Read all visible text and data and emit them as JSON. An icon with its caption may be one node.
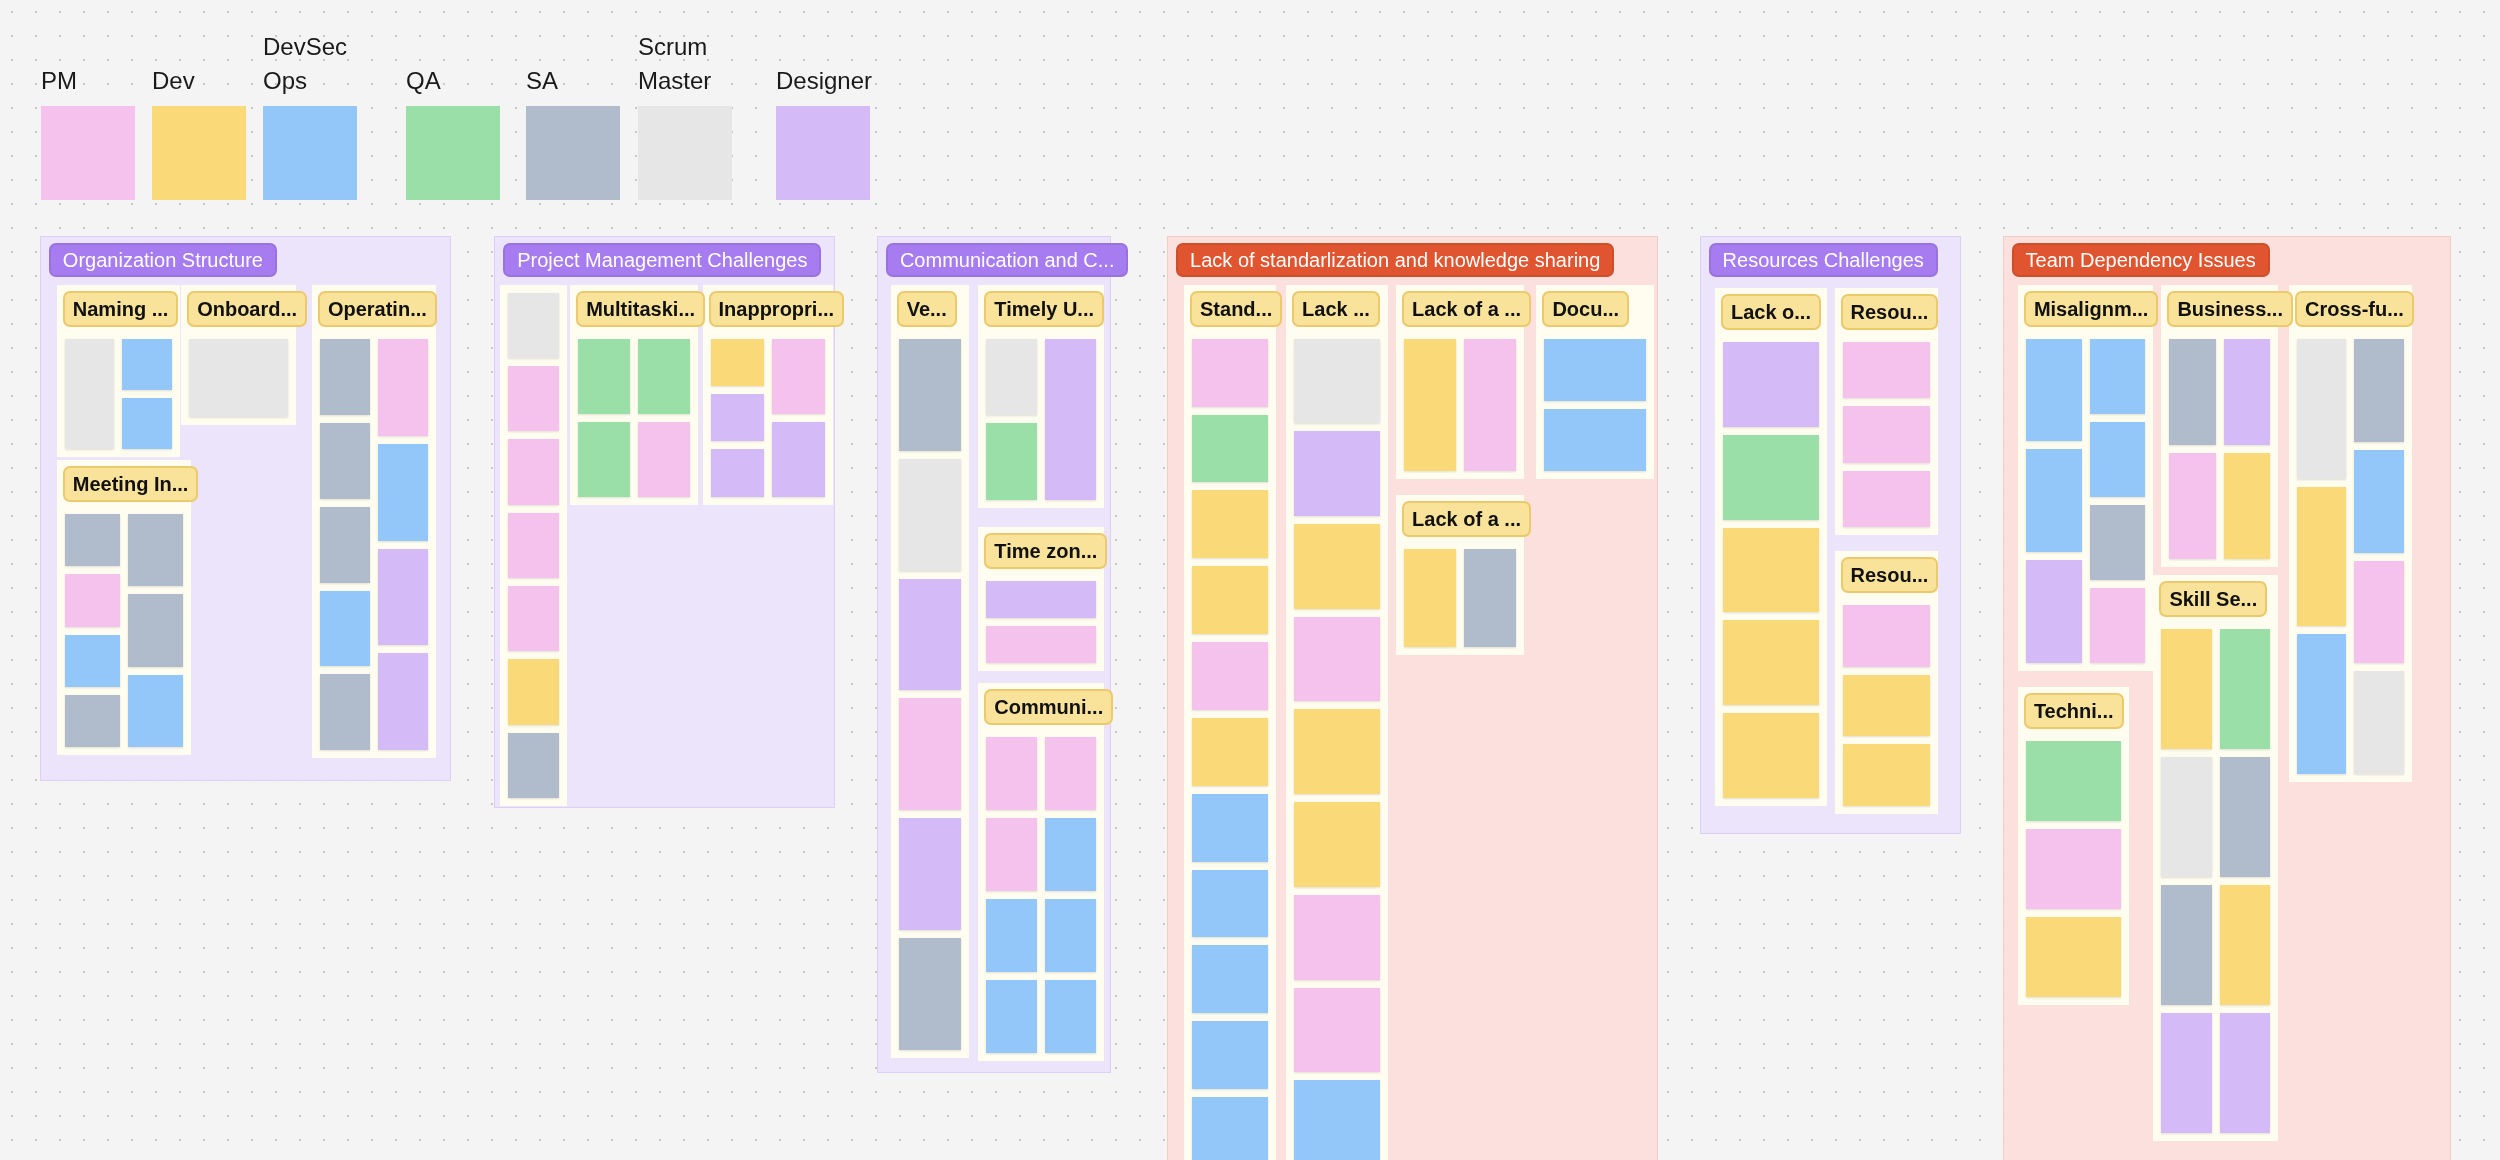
{
  "diagram": {
    "nodes": [
      {
        "text": [
          "Organization Structure"
        ]
      },
      {
        "text": [
          "Naming ..."
        ],
        "in": 0
      },
      {
        "text": [
          "Onboard..."
        ],
        "in": 0
      },
      {
        "text": [
          "Operatin..."
        ],
        "in": 0
      },
      {
        "text": [
          "Meeting In..."
        ],
        "in": 0
      },
      {
        "text": [
          "Project Management Challenges"
        ]
      },
      {
        "text": [],
        "shape": "box",
        "in": 5
      },
      {
        "text": [
          "Multitaski..."
        ],
        "in": 5
      },
      {
        "text": [
          "Inappropri..."
        ],
        "in": 5
      },
      {
        "text": [
          "Communication and C..."
        ]
      },
      {
        "text": [
          "Ve..."
        ],
        "in": 9
      },
      {
        "text": [
          "Timely U..."
        ],
        "in": 9
      },
      {
        "text": [
          "Time zon..."
        ],
        "in": 9
      },
      {
        "text": [
          "Communi..."
        ],
        "in": 9
      },
      {
        "text": [
          "Lack of standarlization and knowledge sharing"
        ]
      },
      {
        "text": [
          "Stand..."
        ],
        "in": 14
      },
      {
        "text": [
          "Lack ..."
        ],
        "in": 14
      },
      {
        "text": [
          "Lack of a ..."
        ],
        "in": 14
      },
      {
        "text": [
          "Docu..."
        ],
        "in": 14
      },
      {
        "text": [
          "Lack of a ..."
        ],
        "in": 14
      },
      {
        "text": [
          "Resources Challenges"
        ]
      },
      {
        "text": [
          "Lack o..."
        ],
        "in": 20
      },
      {
        "text": [
          "Resou..."
        ],
        "in": 20
      },
      {
        "text": [
          "Resou..."
        ],
        "in": 20
      },
      {
        "text": [
          "Team Dependency Issues"
        ]
      },
      {
        "text": [
          "Misalignm..."
        ],
        "in": 24
      },
      {
        "text": [
          "Business..."
        ],
        "in": 24
      },
      {
        "text": [
          "Cross-fu..."
        ],
        "in": 24
      },
      {
        "text": [
          "Skill Se..."
        ],
        "in": 24
      },
      {
        "text": [
          "Techni..."
        ],
        "in": 24
      },
      {
        "text": [],
        "shape": "box",
        "in": 1
      },
      {
        "text": [],
        "shape": "box",
        "in": 1
      },
      {
        "text": [],
        "shape": "box",
        "in": 1
      },
      {
        "text": [],
        "shape": "box",
        "in": 2
      },
      {
        "text": [],
        "shape": "box",
        "in": 3
      },
      {
        "text": [],
        "shape": "box",
        "in": 3
      },
      {
        "text": [],
        "shape": "box",
        "in": 3
      },
      {
        "text": [],
        "shape": "box",
        "in": 3
      },
      {
        "text": [],
        "shape": "box",
        "in": 3
      },
      {
        "text": [],
        "shape": "box",
        "in": 3
      },
      {
        "text": [],
        "shape": "box",
        "in": 3
      },
      {
        "text": [],
        "shape": "box",
        "in": 3
      },
      {
        "text": [],
        "shape": "box",
        "in": 3
      },
      {
        "text": [],
        "shape": "box",
        "in": 4
      },
      {
        "text": [],
        "shape": "box",
        "in": 4
      },
      {
        "text": [],
        "shape": "box",
        "in": 4
      },
      {
        "text": [],
        "shape": "box",
        "in": 4
      },
      {
        "text": [],
        "shape": "box",
        "in": 4
      },
      {
        "text": [],
        "shape": "box",
        "in": 4
      },
      {
        "text": [],
        "shape": "box",
        "in": 4
      },
      {
        "text": [],
        "shape": "box",
        "in": 6
      },
      {
        "text": [],
        "shape": "box",
        "in": 6
      },
      {
        "text": [],
        "shape": "box",
        "in": 6
      },
      {
        "text": [],
        "shape": "box",
        "in": 6
      },
      {
        "text": [],
        "shape": "box",
        "in": 6
      },
      {
        "text": [],
        "shape": "box",
        "in": 6
      },
      {
        "text": [],
        "shape": "box",
        "in": 6
      },
      {
        "text": [],
        "shape": "box",
        "in": 7
      },
      {
        "text": [],
        "shape": "box",
        "in": 7
      },
      {
        "text": [],
        "shape": "box",
        "in": 7
      },
      {
        "text": [],
        "shape": "box",
        "in": 7
      },
      {
        "text": [],
        "shape": "box",
        "in": 8
      },
      {
        "text": [],
        "shape": "box",
        "in": 8
      },
      {
        "text": [],
        "shape": "box",
        "in": 8
      },
      {
        "text": [],
        "shape": "box",
        "in": 8
      },
      {
        "text": [],
        "shape": "box",
        "in": 8
      },
      {
        "text": [],
        "shape": "box",
        "in": 10
      },
      {
        "text": [],
        "shape": "box",
        "in": 10
      },
      {
        "text": [],
        "shape": "box",
        "in": 10
      },
      {
        "text": [],
        "shape": "box",
        "in": 10
      },
      {
        "text": [],
        "shape": "box",
        "in": 10
      },
      {
        "text": [],
        "shape": "box",
        "in": 10
      },
      {
        "text": [],
        "shape": "box",
        "in": 11
      },
      {
        "text": [],
        "shape": "box",
        "in": 11
      },
      {
        "text": [],
        "shape": "box",
        "in": 11
      },
      {
        "text": [],
        "shape": "box",
        "in": 12
      },
      {
        "text": [],
        "shape": "box",
        "in": 12
      },
      {
        "text": [],
        "shape": "box",
        "in": 13
      },
      {
        "text": [],
        "shape": "box",
        "in": 13
      },
      {
        "text": [],
        "shape": "box",
        "in": 13
      },
      {
        "text": [],
        "shape": "box",
        "in": 13
      },
      {
        "text": [],
        "shape": "box",
        "in": 13
      },
      {
        "text": [],
        "shape": "box",
        "in": 13
      },
      {
        "text": [],
        "shape": "box",
        "in": 13
      },
      {
        "text": [],
        "shape": "box",
        "in": 13
      },
      {
        "text": [],
        "shape": "box",
        "in": 15
      },
      {
        "text": [],
        "shape": "box",
        "in": 15
      },
      {
        "text": [],
        "shape": "box",
        "in": 15
      },
      {
        "text": [],
        "shape": "box",
        "in": 15
      },
      {
        "text": [],
        "shape": "box",
        "in": 15
      },
      {
        "text": [],
        "shape": "box",
        "in": 15
      },
      {
        "text": [],
        "shape": "box",
        "in": 15
      },
      {
        "text": [],
        "shape": "box",
        "in": 15
      },
      {
        "text": [],
        "shape": "box",
        "in": 15
      },
      {
        "text": [],
        "shape": "box",
        "in": 15
      },
      {
        "text": [],
        "shape": "box",
        "in": 15
      },
      {
        "text": [],
        "shape": "box",
        "in": 16
      },
      {
        "text": [],
        "shape": "box",
        "in": 16
      },
      {
        "text": [],
        "shape": "box",
        "in": 16
      },
      {
        "text": [],
        "shape": "box",
        "in": 16
      },
      {
        "text": [],
        "shape": "box",
        "in": 16
      },
      {
        "text": [],
        "shape": "box",
        "in": 16
      },
      {
        "text": [],
        "shape": "box",
        "in": 16
      },
      {
        "text": [],
        "shape": "box",
        "in": 16
      },
      {
        "text": [],
        "shape": "box",
        "in": 16
      },
      {
        "text": [],
        "shape": "box",
        "in": 17
      },
      {
        "text": [],
        "shape": "box",
        "in": 17
      },
      {
        "text": [],
        "shape": "box",
        "in": 18
      },
      {
        "text": [],
        "shape": "box",
        "in": 18
      },
      {
        "text": [],
        "shape": "box",
        "in": 19
      },
      {
        "text": [],
        "shape": "box",
        "in": 19
      },
      {
        "text": [],
        "shape": "box",
        "in": 21
      },
      {
        "text": [],
        "shape": "box",
        "in": 21
      },
      {
        "text": [],
        "shape": "box",
        "in": 21
      },
      {
        "text": [],
        "shape": "box",
        "in": 21
      },
      {
        "text": [],
        "shape": "box",
        "in": 21
      },
      {
        "text": [],
        "shape": "box",
        "in": 22
      },
      {
        "text": [],
        "shape": "box",
        "in": 22
      },
      {
        "text": [],
        "shape": "box",
        "in": 22
      },
      {
        "text": [],
        "shape": "box",
        "in": 23
      },
      {
        "text": [],
        "shape": "box",
        "in": 23
      },
      {
        "text": [],
        "shape": "box",
        "in": 23
      },
      {
        "text": [],
        "shape": "box",
        "in": 25
      },
      {
        "text": [],
        "shape": "box",
        "in": 25
      },
      {
        "text": [],
        "shape": "box",
        "in": 25
      },
      {
        "text": [],
        "shape": "box",
        "in": 25
      },
      {
        "text": [],
        "shape": "box",
        "in": 25
      },
      {
        "text": [],
        "shape": "box",
        "in": 25
      },
      {
        "text": [],
        "shape": "box",
        "in": 25
      },
      {
        "text": [],
        "shape": "box",
        "in": 26
      },
      {
        "text": [],
        "shape": "box",
        "in": 26
      },
      {
        "text": [],
        "shape": "box",
        "in": 26
      },
      {
        "text": [],
        "shape": "box",
        "in": 26
      },
      {
        "text": [],
        "shape": "box",
        "in": 27
      },
      {
        "text": [],
        "shape": "box",
        "in": 27
      },
      {
        "text": [],
        "shape": "box",
        "in": 27
      },
      {
        "text": [],
        "shape": "box",
        "in": 27
      },
      {
        "text": [],
        "shape": "box",
        "in": 27
      },
      {
        "text": [],
        "shape": "box",
        "in": 27
      },
      {
        "text": [],
        "shape": "box",
        "in": 27
      },
      {
        "text": [],
        "shape": "box",
        "in": 28
      },
      {
        "text": [],
        "shape": "box",
        "in": 28
      },
      {
        "text": [],
        "shape": "box",
        "in": 28
      },
      {
        "text": [],
        "shape": "box",
        "in": 28
      },
      {
        "text": [],
        "shape": "box",
        "in": 28
      },
      {
        "text": [],
        "shape": "box",
        "in": 28
      },
      {
        "text": [],
        "shape": "box",
        "in": 28
      },
      {
        "text": [],
        "shape": "box",
        "in": 28
      },
      {
        "text": [],
        "shape": "box",
        "in": 29
      },
      {
        "text": [],
        "shape": "box",
        "in": 29
      },
      {
        "text": [],
        "shape": "box",
        "in": 29
      }
    ],
    "legend": [
      {
        "text": "PM",
        "color": "#f5c2ee"
      },
      {
        "text": "Dev",
        "color": "#f9d978"
      },
      {
        "text": "DevSec Ops",
        "color": "#93c6f9"
      },
      {
        "text": "QA",
        "color": "#9bdfa8"
      },
      {
        "text": "SA",
        "color": "#b0bbcc"
      },
      {
        "text": "Scrum Master",
        "color": "#e6e6e6"
      },
      {
        "text": "Designer",
        "color": "#d4bbf8"
      }
    ]
  }
}
